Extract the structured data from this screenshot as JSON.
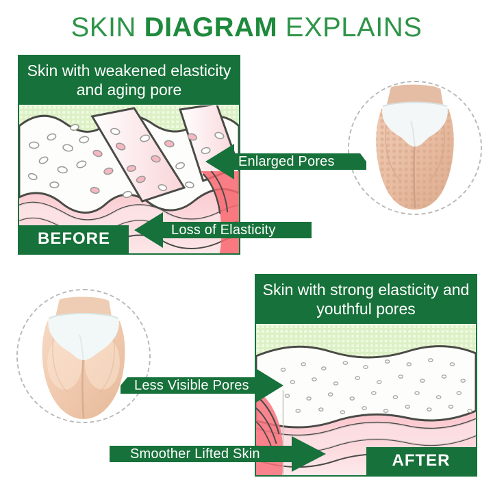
{
  "title": {
    "part1": "SKIN ",
    "part2": "DIAGRAM",
    "part3": " EXPLAINS",
    "color": "#2e9448"
  },
  "colors": {
    "brand_green": "#17713a",
    "title_green": "#2e9448",
    "surface_green": "#d9eec4",
    "epidermis": "#fdfdfb",
    "dermis_pink": "#f7bcc3",
    "deep_pink": "#f58a92",
    "outline": "#4a4a46",
    "dash_gray": "#b9b9b9"
  },
  "before": {
    "heading": "Skin with weakened elasticity and aging pore",
    "badge": "BEFORE",
    "callouts": [
      {
        "label": "Enlarged Pores",
        "direction": "left"
      },
      {
        "label": "Loss of Elasticity",
        "direction": "left"
      }
    ],
    "photo_alt": "cellulite-skin-photo"
  },
  "after": {
    "heading": "Skin with strong elasticity and youthful pores",
    "badge": "AFTER",
    "callouts": [
      {
        "label": "Less Visible Pores",
        "direction": "right"
      },
      {
        "label": "Smoother Lifted Skin",
        "direction": "right"
      }
    ],
    "photo_alt": "smooth-skin-photo"
  }
}
